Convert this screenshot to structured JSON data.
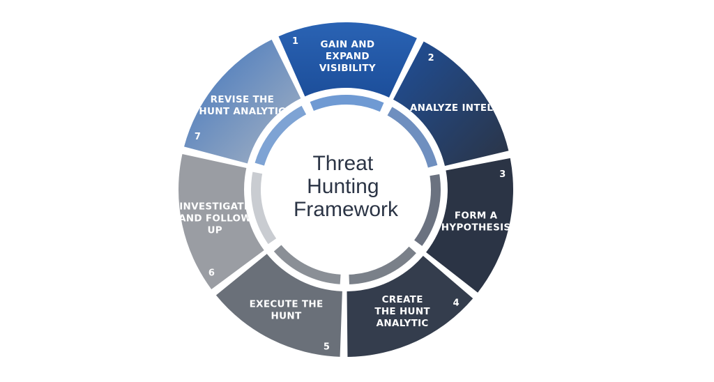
{
  "diagram": {
    "title_lines": [
      "Threat",
      "Hunting",
      "Framework"
    ],
    "steps": [
      {
        "number": "1",
        "lines": [
          "GAIN AND",
          "EXPAND",
          "VISIBILITY"
        ]
      },
      {
        "number": "2",
        "lines": [
          "ANALYZE INTEL"
        ]
      },
      {
        "number": "3",
        "lines": [
          "FORM A",
          "HYPOTHESIS"
        ]
      },
      {
        "number": "4",
        "lines": [
          "CREATE",
          "THE HUNT",
          "ANALYTIC"
        ]
      },
      {
        "number": "5",
        "lines": [
          "EXECUTE THE",
          "HUNT"
        ]
      },
      {
        "number": "6",
        "lines": [
          "INVESTIGATE",
          "AND FOLLOW",
          "UP"
        ]
      },
      {
        "number": "7",
        "lines": [
          "REVISE THE",
          "HUNT ANALYTIC"
        ]
      }
    ],
    "colors": {
      "blue_dark": "#1f4f99",
      "blue_light": "#4f83c4",
      "navy": "#2b3445",
      "slate": "#5f6773",
      "gray": "#8c9096",
      "light_gray": "#d4d6d9",
      "center_text": "#2b3445"
    }
  }
}
